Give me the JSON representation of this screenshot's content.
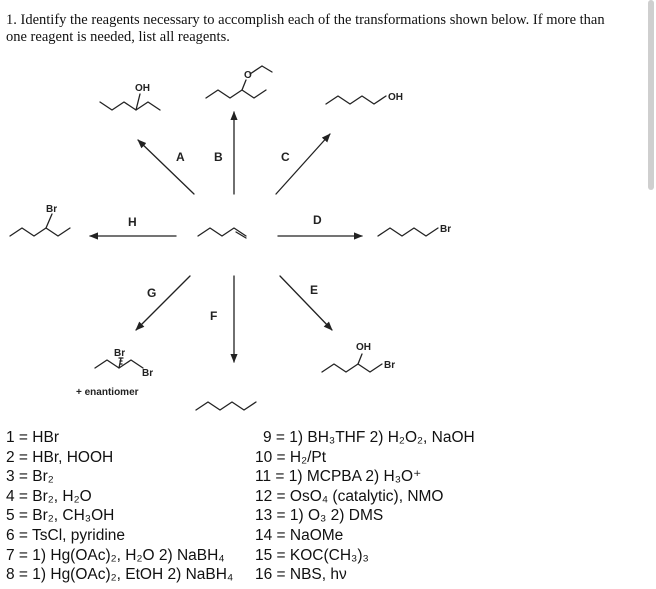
{
  "question": {
    "text": "1. Identify the reagents necessary to accomplish each of the transformations shown below.  If more than one reagent is needed, list all reagents."
  },
  "labels": {
    "oh1": "OH",
    "oh2": "OH",
    "oh3": "OH",
    "br_left": "Br",
    "br_right": "Br",
    "br_bottom1": "Br",
    "br_bottom2": "Br",
    "br_e": "Br",
    "o_ether": "O",
    "enantiomer": "+ enantiomer"
  },
  "arrows": {
    "A": "A",
    "B": "B",
    "C": "C",
    "D": "D",
    "E": "E",
    "F": "F",
    "G": "G",
    "H": "H"
  },
  "reagents_left": [
    "1 = HBr",
    "2 = HBr, HOOH",
    "3 = Br₂",
    "4 = Br₂, H₂O",
    "5 = Br₂, CH₃OH",
    "6 = TsCl, pyridine",
    "7 = 1) Hg(OAc)₂, H₂O 2) NaBH₄",
    "8 = 1) Hg(OAc)₂, EtOH 2) NaBH₄"
  ],
  "reagents_right": [
    "9 = 1) BH₃THF 2) H₂O₂, NaOH",
    "10 = H₂/Pt",
    "11 = 1) MCPBA 2) H₃O⁺",
    "12 = OsO₄ (catalytic), NMO",
    "13 = 1) O₃ 2) DMS",
    "14 = NaOMe",
    "15 = KOC(CH₃)₃",
    "16 = NBS, hν"
  ]
}
